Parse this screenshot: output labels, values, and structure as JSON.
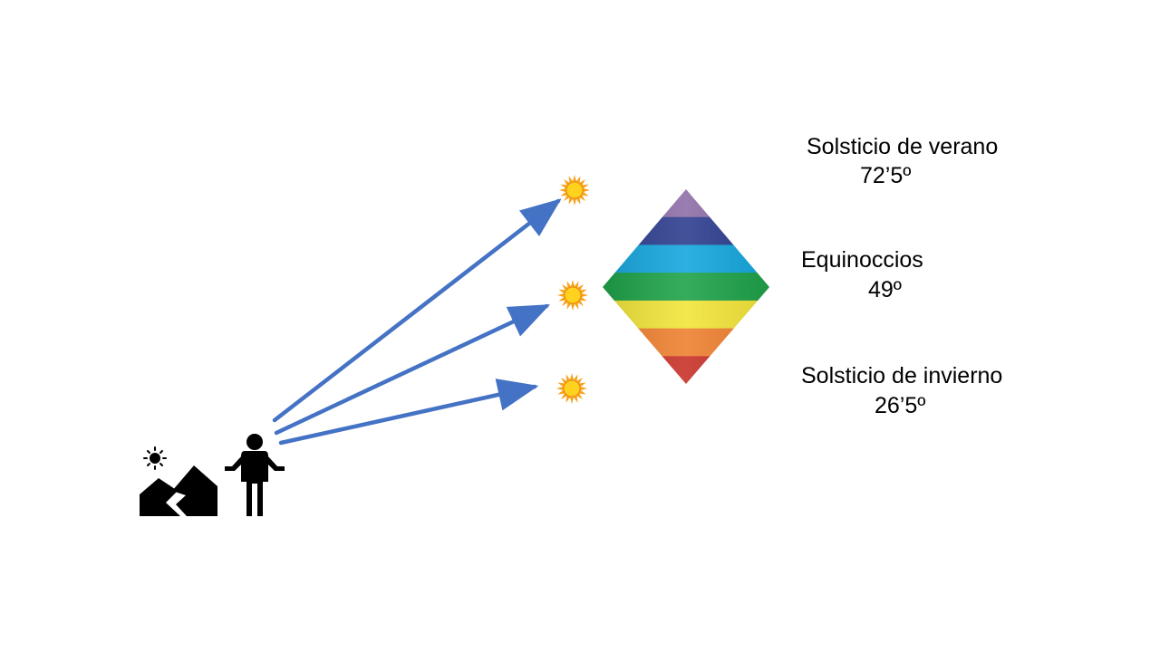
{
  "labels": {
    "summer": {
      "name": "Solsticio de verano",
      "angle": "72’5º"
    },
    "equinox": {
      "name": "Equinoccios",
      "angle": "49º"
    },
    "winter": {
      "name": "Solsticio de invierno",
      "angle": "26’5º"
    }
  },
  "icons": {
    "person": "person-shrug-icon",
    "landscape": "mountains-sun-icon",
    "sun": "sun-icon",
    "prism": "rainbow-diamond-icon"
  },
  "colors": {
    "arrow": "#4472C4",
    "sun_ray": "#F7A21B",
    "sun_core": "#FFD21F",
    "silhouette": "#000000",
    "prism_bands": [
      "#8E6FA8",
      "#2E3F8F",
      "#16A7DE",
      "#1FA34A",
      "#F2E53B",
      "#EF8131",
      "#C8332A"
    ]
  }
}
